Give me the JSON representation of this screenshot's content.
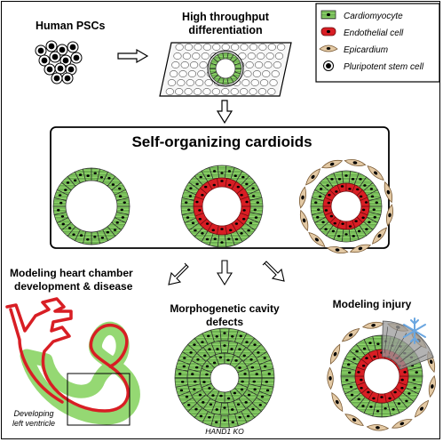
{
  "title_human_pscs": "Human PSCs",
  "title_htp_line1": "High throughput",
  "title_htp_line2": "differentiation",
  "box_title": "Self-organizing cardioids",
  "legend": {
    "items": [
      {
        "label": "Cardiomyocyte",
        "icon": "cardiomyocyte-icon",
        "color": "#8fd66b"
      },
      {
        "label": "Endothelial cell",
        "icon": "endothelial-cell-icon",
        "color": "#d81e24"
      },
      {
        "label": "Epicardium",
        "icon": "epicardium-icon",
        "color": "#e3c9a4"
      },
      {
        "label": "Pluripotent stem cell",
        "icon": "pluripotent-stem-cell-icon",
        "color": "#000000"
      }
    ]
  },
  "bottom": {
    "modeling_line1": "Modeling heart chamber",
    "modeling_line2": "development & disease",
    "morpho_line1": "Morphogenetic cavity",
    "morpho_line2": "defects",
    "injury": "Modeling injury",
    "developing_line1": "Developing",
    "developing_line2": "left ventricle",
    "hand1": "HAND1 KO"
  },
  "colors": {
    "cardio_fill": "#8fd66b",
    "cardio_stroke": "#2d2d2d",
    "endo_fill": "#d81e24",
    "epi_fill": "#e3c9a4",
    "glow_green": "#8fd66b",
    "snow_blue": "#6aa6e0",
    "damage_gray": "#9a9a9a"
  }
}
